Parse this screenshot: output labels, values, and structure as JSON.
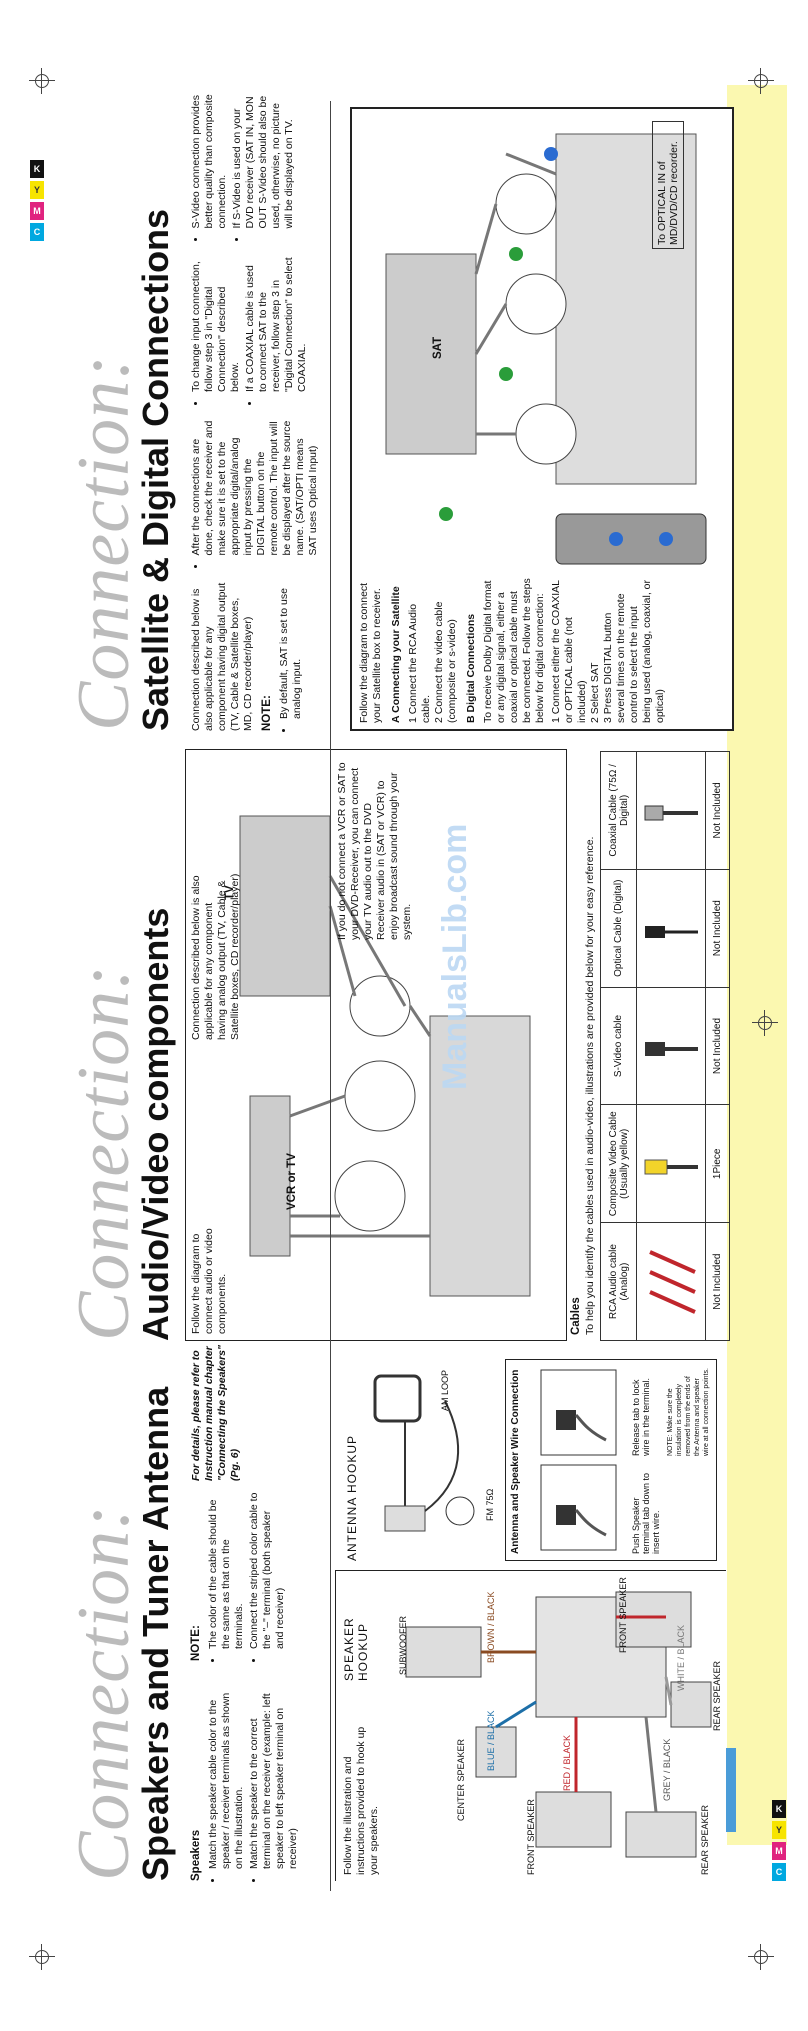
{
  "left": {
    "script": "Connection:",
    "title": "Speakers and Tuner Antenna",
    "speakers_heading": "Speakers",
    "speakers_bullets": [
      "Match the speaker cable color to the speaker / receiver terminals as shown on the illustration.",
      "Match the speaker to the correct terminal on the receiver (example: left speaker to left speaker terminal on receiver)"
    ],
    "note_heading": "NOTE:",
    "note_bullets": [
      "The color of the cable should be the same as that on the terminals.",
      "Connect the striped color cable to the \"–\" terminal (both speaker and receiver)"
    ],
    "details": "For details, please refer to Instruction manual chapter \"Connecting the Speakers\" (Pg. 6)",
    "follow": "Follow the illustration and instructions provided to hook up your speakers.",
    "speaker_hookup": "SPEAKER HOOKUP",
    "antenna_hookup": "ANTENNA HOOKUP",
    "speaker_labels": {
      "subwoofer": "SUBWOOFER",
      "center": "CENTER SPEAKER",
      "front_left": "FRONT SPEAKER",
      "front_right": "FRONT SPEAKER",
      "rear_left": "REAR SPEAKER",
      "rear_right": "REAR SPEAKER",
      "brown": "BROWN / BLACK",
      "blue": "BLUE / BLACK",
      "red": "RED / BLACK",
      "grey": "GREY / BLACK",
      "white": "WHITE / BLACK"
    },
    "antenna_labels": {
      "am": "AM LOOP",
      "fm": "FM 75Ω"
    },
    "wire_title": "Antenna and Speaker Wire Connection",
    "wire_push": "Push Speaker terminal tab down to insert wire.",
    "wire_release": "Release tab to lock wire in the terminal.",
    "wire_note": "NOTE: Make sure the insulation is completely removed from the ends of the Antenna and speaker wire at all connection points."
  },
  "middle": {
    "script": "Connection:",
    "title": "Audio/Video components",
    "follow": "Follow the diagram to connect audio or video components.",
    "intro": "Connection described below is also applicable for any component having analog output (TV, Cable & Satellite boxes, CD recorder/player)",
    "tv_label": "TV",
    "vcr_label": "VCR or TV",
    "vcr_note": "If you do not connect a VCR or SAT to your DVD-Receiver, you can connect your TV audio out to the DVD Receiver audio in (SAT or VCR) to enjoy broadcast sound through your system.",
    "watermark": "ManualsLib.com",
    "cables_heading": "Cables",
    "cables_sub": "To help you identify the cables used in audio-video, illustrations are provided below for your easy reference.",
    "cables": [
      {
        "name": "RCA Audio cable (Analog)",
        "status": "Not Included"
      },
      {
        "name": "Composite Video Cable (Usually yellow)",
        "status": "1Piece"
      },
      {
        "name": "S-Video cable",
        "status": "Not Included"
      },
      {
        "name": "Optical Cable (Digital)",
        "status": "Not Included"
      },
      {
        "name": "Coaxial Cable (75Ω / Digital)",
        "status": "Not Included"
      }
    ]
  },
  "right": {
    "script": "Connection:",
    "title": "Satellite & Digital Connections",
    "intro": "Connection described below is also applicable for any component having digital output (TV, Cable & Satellite boxes, MD, CD recorder/player)",
    "note_heading": "NOTE:",
    "note_bullets": [
      "By default, SAT is set to use analog input.",
      "After the connections are done, check the receiver and make sure it is set to the appropriate digital/analog input by pressing the DIGITAL button on the remote control. The input will be displayed after the source name. (SAT/OPTI means SAT uses Optical Input)",
      "To change input connection, follow step 3 in \"Digital Connection\" described below.",
      "If a COAXIAL cable is used to connect SAT to the receiver, follow step 3 in \"Digital Connection\" to select COAXIAL.",
      "S-Video connection provides better quality than composite connection.",
      "If S-Video is used on your DVD receiver (SAT IN, MON OUT S-Video should also be used, otherwise, no picture will be displayed on TV."
    ],
    "follow": "Follow the diagram to connect your Satellite box to receiver.",
    "sat_heading": "A Connecting your Satellite",
    "sat_steps": [
      "1 Connect the RCA Audio cable.",
      "2 Connect the video cable (composite or s-video)"
    ],
    "dig_heading": "B Digital Connections",
    "dig_intro": "To receive Dolby Digital format or any digital signal, either a coaxial or optical cable must be connected. Follow the steps below for digital connection:",
    "dig_steps": [
      "1 Connect either the COAXIAL or OPTICAL cable (not included)",
      "2 Select SAT",
      "3 Press DIGITAL button several times on the remote control to select the input being used (analog, coaxial, or optical)"
    ],
    "sat_label": "SAT",
    "optical_label": "To OPTICAL IN of MD/DVD/CD recorder."
  },
  "cmyk": [
    "C",
    "M",
    "Y",
    "K"
  ],
  "colors": {
    "cyan": "#00a8e0",
    "magenta": "#e0237f",
    "yellow": "#f7e400",
    "black": "#111111",
    "blue_band": "#4a9cd8",
    "yellow_band": "#fbf8b0"
  }
}
